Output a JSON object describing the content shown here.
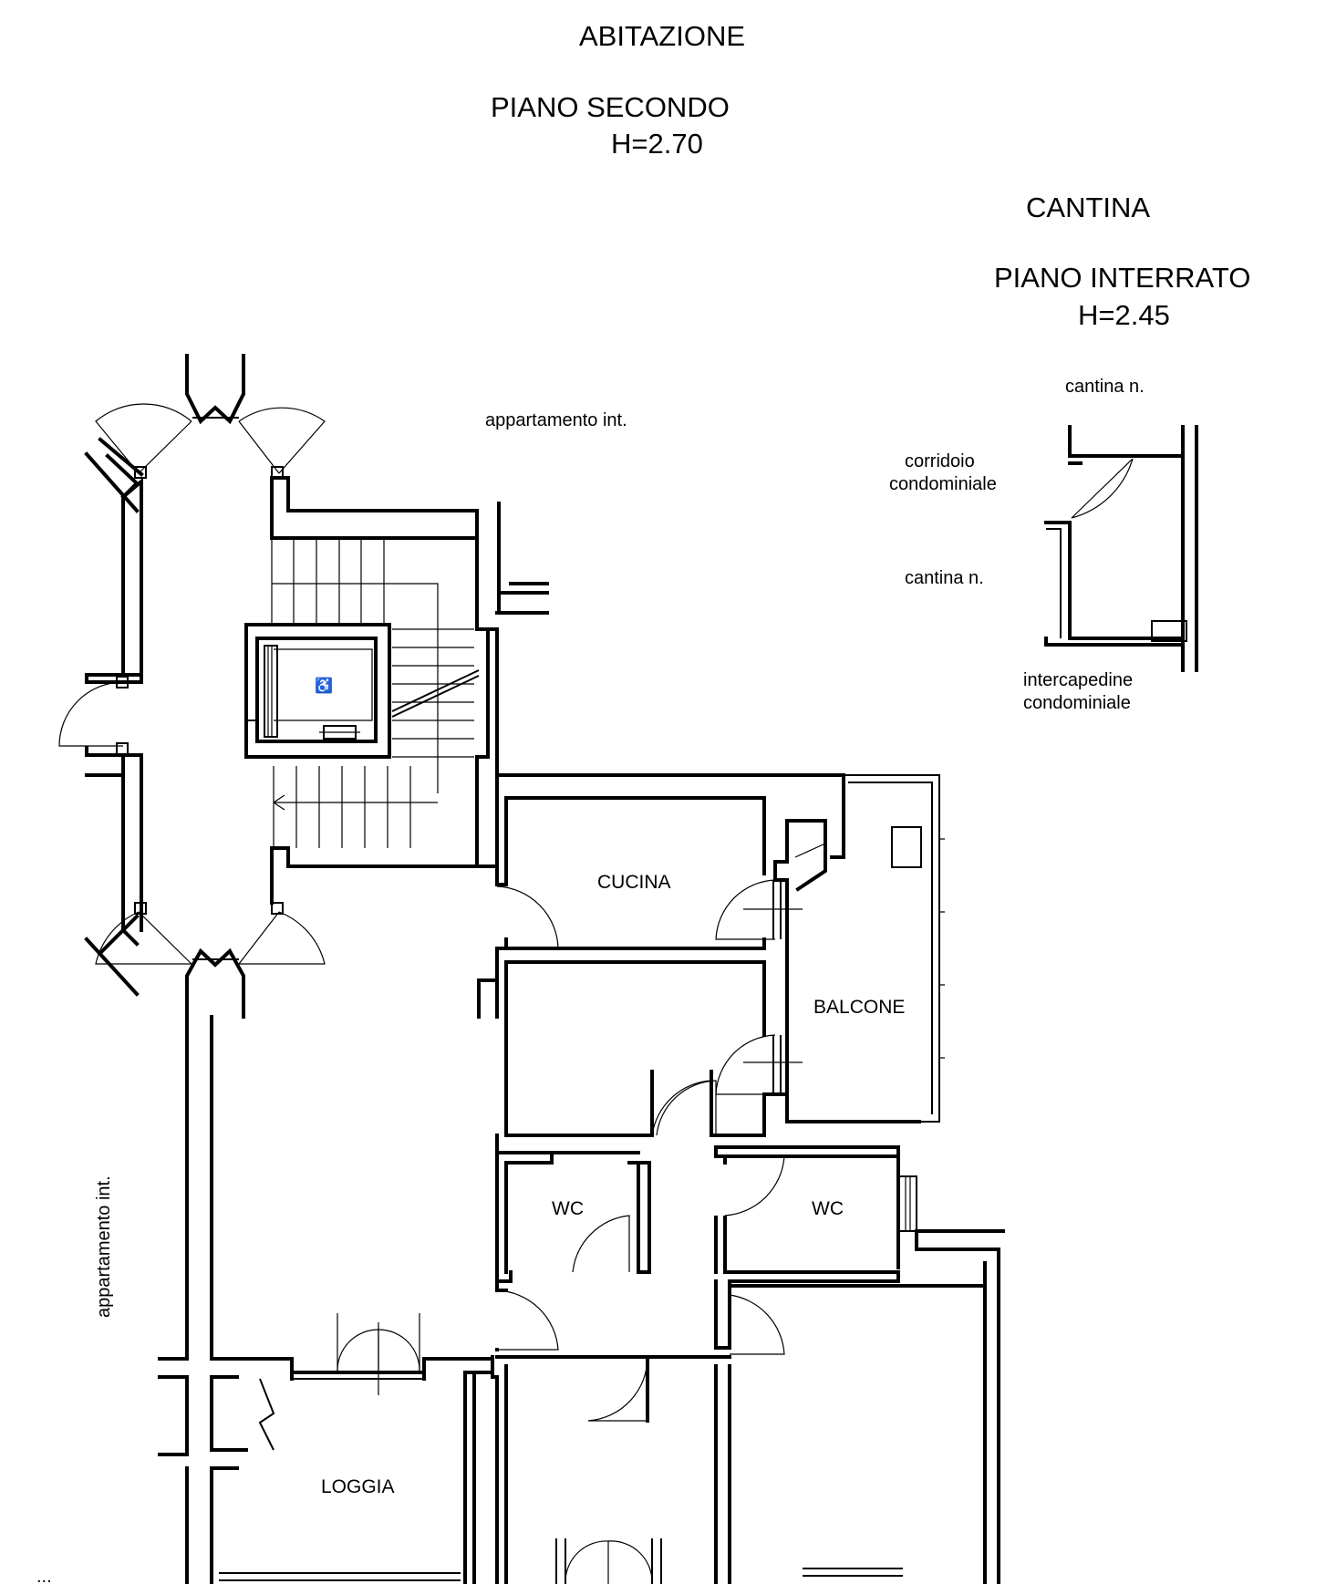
{
  "titles": {
    "abitazione": "ABITAZIONE",
    "piano_secondo": "PIANO SECONDO",
    "h_secondo": "H=2.70",
    "cantina": "CANTINA",
    "piano_interrato": "PIANO INTERRATO",
    "h_interrato": "H=2.45"
  },
  "labels": {
    "appartamento_top": "appartamento int.",
    "appartamento_left": "appartamento int.",
    "cucina": "CUCINA",
    "balcone": "BALCONE",
    "wc_left": "WC",
    "wc_right": "WC",
    "loggia": "LOGGIA"
  },
  "cantina_plan": {
    "cantina_top": "cantina n.",
    "corridoio": "corridoio",
    "condominiale_1": "condominiale",
    "cantina_mid": "cantina n.",
    "intercapedine": "intercapedine",
    "condominiale_2": "condominiale"
  },
  "cut_text": "...",
  "colors": {
    "ink": "#000000",
    "paper": "#ffffff"
  }
}
